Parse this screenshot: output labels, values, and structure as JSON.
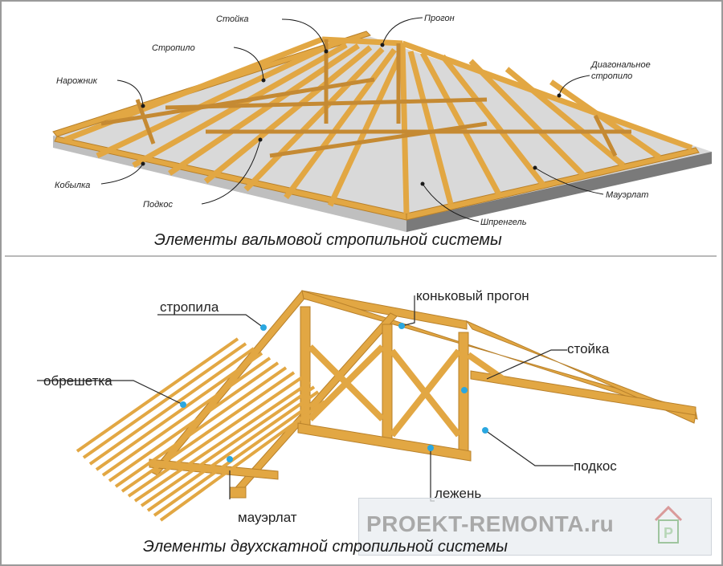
{
  "hip_roof": {
    "caption": "Элементы вальмовой стропильной системы",
    "labels": {
      "stoyka": "Стойка",
      "progon": "Прогон",
      "stropilo": "Стропило",
      "naroznik": "Нарожник",
      "diag_line1": "Диагональное",
      "diag_line2": "стропило",
      "kobylka": "Кобылка",
      "podkos": "Подкос",
      "mauerlat": "Мауэрлат",
      "shprengel": "Шпренгель"
    }
  },
  "gable_roof": {
    "caption": "Элементы двухскатной стропильной системы",
    "labels": {
      "stropila": "стропила",
      "konkovy_progon": "коньковый прогон",
      "obreshetka": "обрешетка",
      "stoyka": "стойка",
      "podkos": "подкос",
      "lezhen": "лежень",
      "mauerlat": "мауэрлат"
    }
  },
  "watermark": {
    "text": "PROEKT-REMONTA.ru",
    "logo_letter": "P"
  },
  "colors": {
    "wood": "#e2a743",
    "wood_dark": "#b8802a",
    "wood_light": "#f2c978",
    "leader": "#1a1a1a",
    "marker": "#2aa7e0"
  }
}
